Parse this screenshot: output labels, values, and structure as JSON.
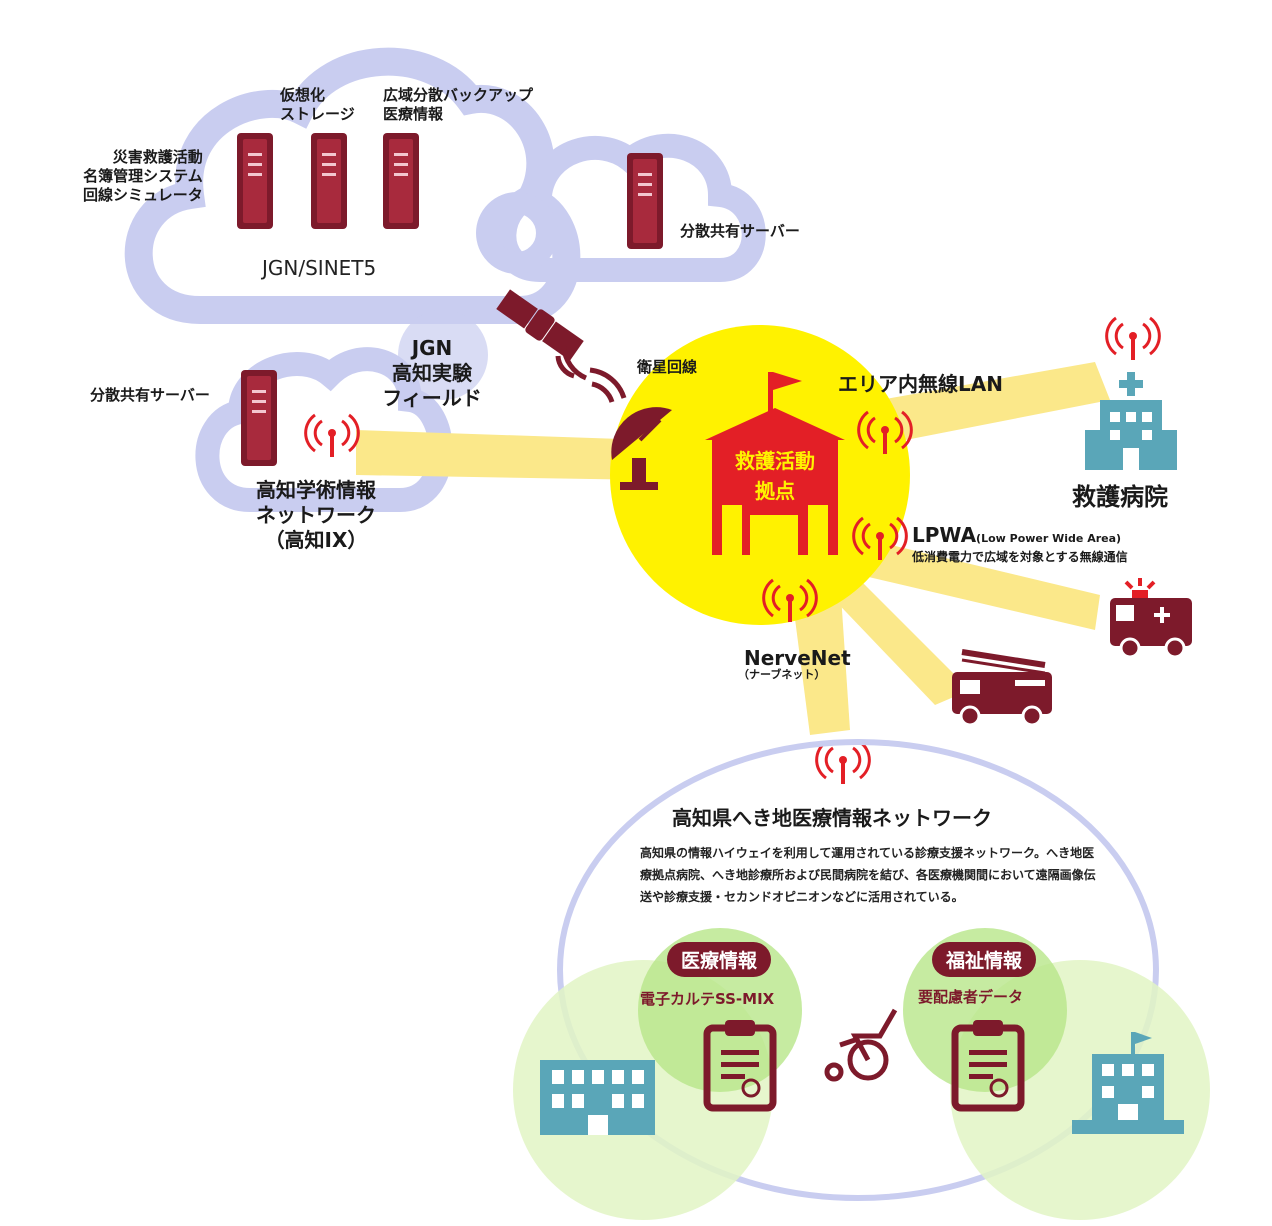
{
  "cloud": {
    "left_labels": "災害救護活動\n名簿管理システム\n回線シミュレータ",
    "virtual_storage": "仮想化\nストレージ",
    "backup": "広域分散バックアップ\n医療情報",
    "name": "JGN/SINET5"
  },
  "shared_server_right": "分散共有サーバー",
  "shared_server_left": "分散共有サーバー",
  "jgn_field": "JGN\n高知実験\nフィールド",
  "kochi_ix": "高知学術情報\nネットワーク\n（高知IX）",
  "satellite_line": "衛星回線",
  "base_name": "救護活動\n拠点",
  "wireless_lan": "エリア内無線LAN",
  "hospital": "救護病院",
  "lpwa": {
    "title": "LPWA",
    "paren": "(Low Power Wide Area)",
    "desc": "低消費電力で広域を対象とする無線通信"
  },
  "nervenet": {
    "title": "NerveNet",
    "sub": "（ナーブネット）"
  },
  "kochi_network": {
    "title": "高知県へき地医療情報ネットワーク",
    "desc": "高知県の情報ハイウェイを利用して運用されている診療支援ネットワーク。へき地医療拠点病院、へき地診療所および民間病院を結び、各医療機関間において遠隔画像伝送や診療支援・セカンドオピニオンなどに活用されている。"
  },
  "medical_info": {
    "pill": "医療情報",
    "label": "電子カルテSS-MIX"
  },
  "welfare_info": {
    "pill": "福祉情報",
    "label": "要配慮者データ"
  },
  "colors": {
    "maroon": "#7d1a2b",
    "cloud": "#c9cdf0",
    "yellow": "#fff200",
    "beam": "#fbe88a",
    "teal": "#5aa6b8",
    "green_light": "#e2f5c4",
    "green": "#b8e68a",
    "red": "#e31f26"
  }
}
